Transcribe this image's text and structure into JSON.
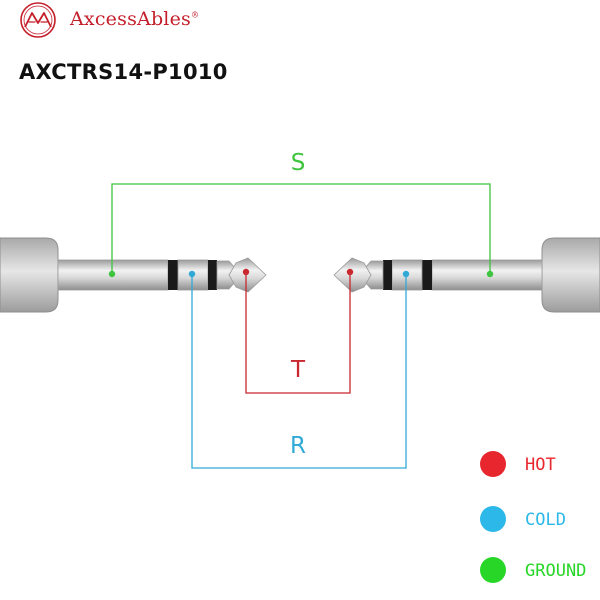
{
  "brand": {
    "name": "AxcessAbles",
    "registered_mark": "®",
    "logo_icon": "double-triangle-logo-icon",
    "color": "#c41e2a"
  },
  "model_number": "AXCTRS14-P1010",
  "signals": {
    "sleeve": {
      "label": "S",
      "color": "#3ec43e"
    },
    "tip": {
      "label": "T",
      "color": "#c8282e"
    },
    "ring": {
      "label": "R",
      "color": "#31a9d6"
    }
  },
  "legend": [
    {
      "label": "HOT",
      "color": "#e8262d"
    },
    {
      "label": "COLD",
      "color": "#2cb8e8"
    },
    {
      "label": "GROUND",
      "color": "#27d627"
    }
  ],
  "connector_icons": {
    "plug": "trs-plug-icon",
    "cable_end": "cable-end-icon"
  }
}
